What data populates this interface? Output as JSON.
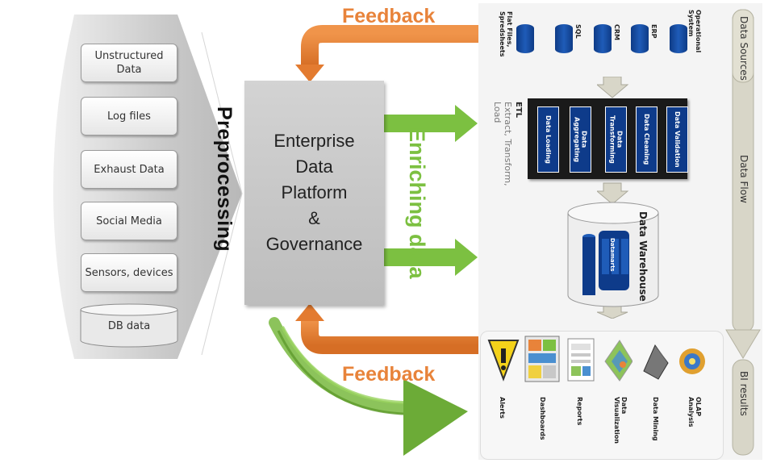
{
  "sources": {
    "items": [
      {
        "label": "Unstructured Data"
      },
      {
        "label": "Log files"
      },
      {
        "label": "Exhaust Data"
      },
      {
        "label": "Social Media"
      },
      {
        "label": "Sensors, devices"
      },
      {
        "label": "DB data"
      }
    ]
  },
  "preprocessing_label": "Preprocessing",
  "platform": {
    "line1": "Enterprise",
    "line2": "Data",
    "line3": "Platform",
    "line4": "&",
    "line5": "Governance"
  },
  "feedback_top": "Feedback",
  "feedback_bottom": "Feedback",
  "enriching": {
    "line1": "Enriching",
    "line2": "data"
  },
  "right_panel": {
    "stage_labels": {
      "data_sources": "Data Sources",
      "data_flow": "Data Flow",
      "bi_results": "BI results"
    },
    "data_sources": [
      "Operational System",
      "ERP",
      "CRM",
      "SQL",
      "Flat Files, Spredsheets"
    ],
    "etl": {
      "title": "ETL",
      "subtitle": "Extract, Transform, Load",
      "steps": [
        "Data Validation",
        "Data Cleaning",
        "Data Transforming",
        "Data Aggregating",
        "Data Loading"
      ]
    },
    "warehouse": {
      "title": "Data Warehouse",
      "inner": "Datamarts"
    },
    "bi_items": [
      "OLAP Analysis",
      "Data Mining",
      "Data Visualization",
      "Reports",
      "Dashboards",
      "Alerts"
    ]
  },
  "colors": {
    "orange": "#e8833a",
    "green": "#7cc041",
    "navy": "#0e3b8a",
    "gray_box": "#c8c8c8"
  }
}
